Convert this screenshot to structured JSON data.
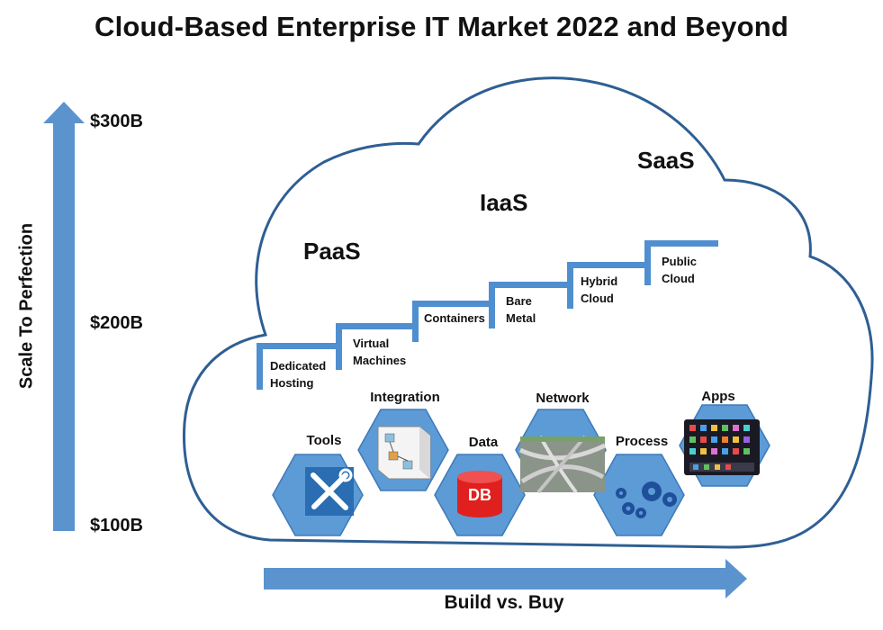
{
  "title": "Cloud-Based Enterprise IT Market 2022 and Beyond",
  "y_axis": {
    "title": "Scale To Perfection",
    "ticks": [
      "$300B",
      "$200B",
      "$100B"
    ]
  },
  "x_axis": {
    "title": "Build vs. Buy"
  },
  "categories": {
    "paas": "PaaS",
    "iaas": "IaaS",
    "saas": "SaaS"
  },
  "steps": [
    {
      "line1": "Dedicated",
      "line2": "Hosting"
    },
    {
      "line1": "Virtual",
      "line2": "Machines"
    },
    {
      "line1": "Containers",
      "line2": ""
    },
    {
      "line1": "Bare",
      "line2": "Metal"
    },
    {
      "line1": "Hybrid",
      "line2": "Cloud"
    },
    {
      "line1": "Public",
      "line2": "Cloud"
    }
  ],
  "hexagons": [
    {
      "label": "Tools",
      "icon": "tools-icon"
    },
    {
      "label": "Integration",
      "icon": "integration-diagram-icon"
    },
    {
      "label": "Data",
      "icon": "database-icon",
      "icon_text": "DB"
    },
    {
      "label": "Network",
      "icon": "highway-network-icon"
    },
    {
      "label": "Process",
      "icon": "gears-icon"
    },
    {
      "label": "Apps",
      "icon": "app-grid-icon"
    }
  ],
  "colors": {
    "accent": "#4f8fd0",
    "arrow": "#5b93cf",
    "hex_fill": "#5c9bd5",
    "hex_stroke": "#3e7ab8",
    "cloud_stroke": "#2e5f93",
    "db_red": "#e0201e"
  }
}
